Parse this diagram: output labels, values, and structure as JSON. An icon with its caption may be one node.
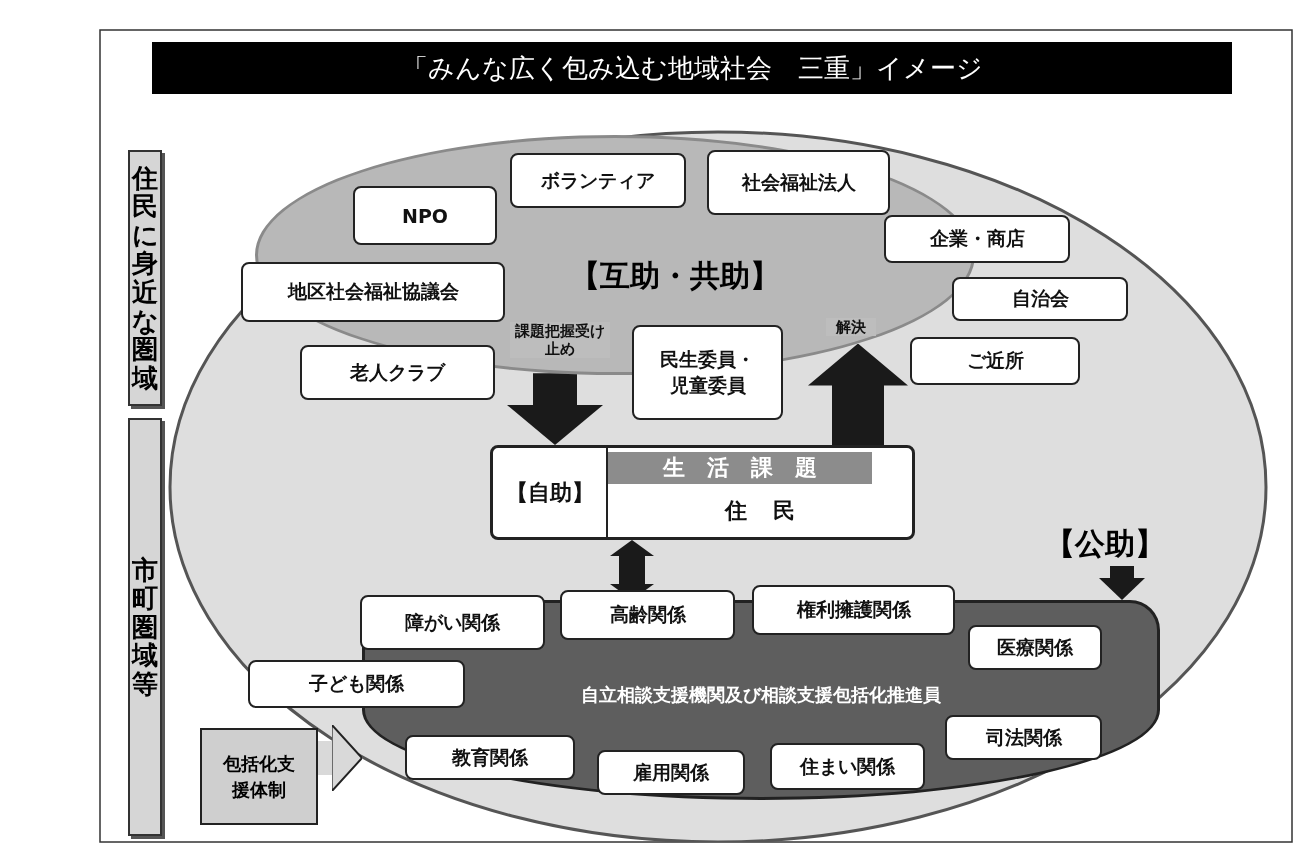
{
  "diagram": {
    "title": "「みんな広く包み込む地域社会　三重」イメージ",
    "nodes": [
      {
        "text": [
          "住民に身近な圏域"
        ]
      },
      {
        "text": [
          "市町圏域等"
        ]
      },
      {
        "text": [
          "【互助・共助】"
        ]
      },
      {
        "text": [
          "NPO"
        ],
        "in": 2
      },
      {
        "text": [
          "ボランティア"
        ],
        "in": 2
      },
      {
        "text": [
          "社会福祉法人"
        ],
        "in": 2
      },
      {
        "text": [
          "企業・商店"
        ]
      },
      {
        "text": [
          "地区社会福祉協議会"
        ],
        "in": 2
      },
      {
        "text": [
          "自治会"
        ]
      },
      {
        "text": [
          "老人クラブ"
        ]
      },
      {
        "text": [
          "民生委員・児童委員"
        ]
      },
      {
        "text": [
          "ご近所"
        ]
      },
      {
        "text": [
          "【自助】",
          "生活課題",
          "住民"
        ]
      },
      {
        "text": [
          "【公助】"
        ]
      },
      {
        "text": [
          "自立相談支援機関及び相談支援包括化推進員"
        ]
      },
      {
        "text": [
          "障がい関係"
        ]
      },
      {
        "text": [
          "高齢関係"
        ]
      },
      {
        "text": [
          "権利擁護関係"
        ]
      },
      {
        "text": [
          "医療関係"
        ],
        "in": 14
      },
      {
        "text": [
          "子ども関係"
        ]
      },
      {
        "text": [
          "教育関係"
        ],
        "in": 14
      },
      {
        "text": [
          "雇用関係"
        ],
        "in": 14
      },
      {
        "text": [
          "住まい関係"
        ],
        "in": 14
      },
      {
        "text": [
          "司法関係"
        ],
        "in": 14
      },
      {
        "text": [
          "包括化支援体制"
        ]
      }
    ],
    "edges": [
      {
        "from": 2,
        "to": 12,
        "arrow": "to",
        "label": "課題把握受け止め"
      },
      {
        "from": 12,
        "to": 2,
        "arrow": "to",
        "label": "解決"
      },
      {
        "from": 12,
        "to": 14,
        "arrow": "both"
      },
      {
        "from": 13,
        "to": 14,
        "arrow": "to"
      },
      {
        "from": 24,
        "to": 14,
        "arrow": "to",
        "color": "#d9d9d9"
      }
    ]
  }
}
